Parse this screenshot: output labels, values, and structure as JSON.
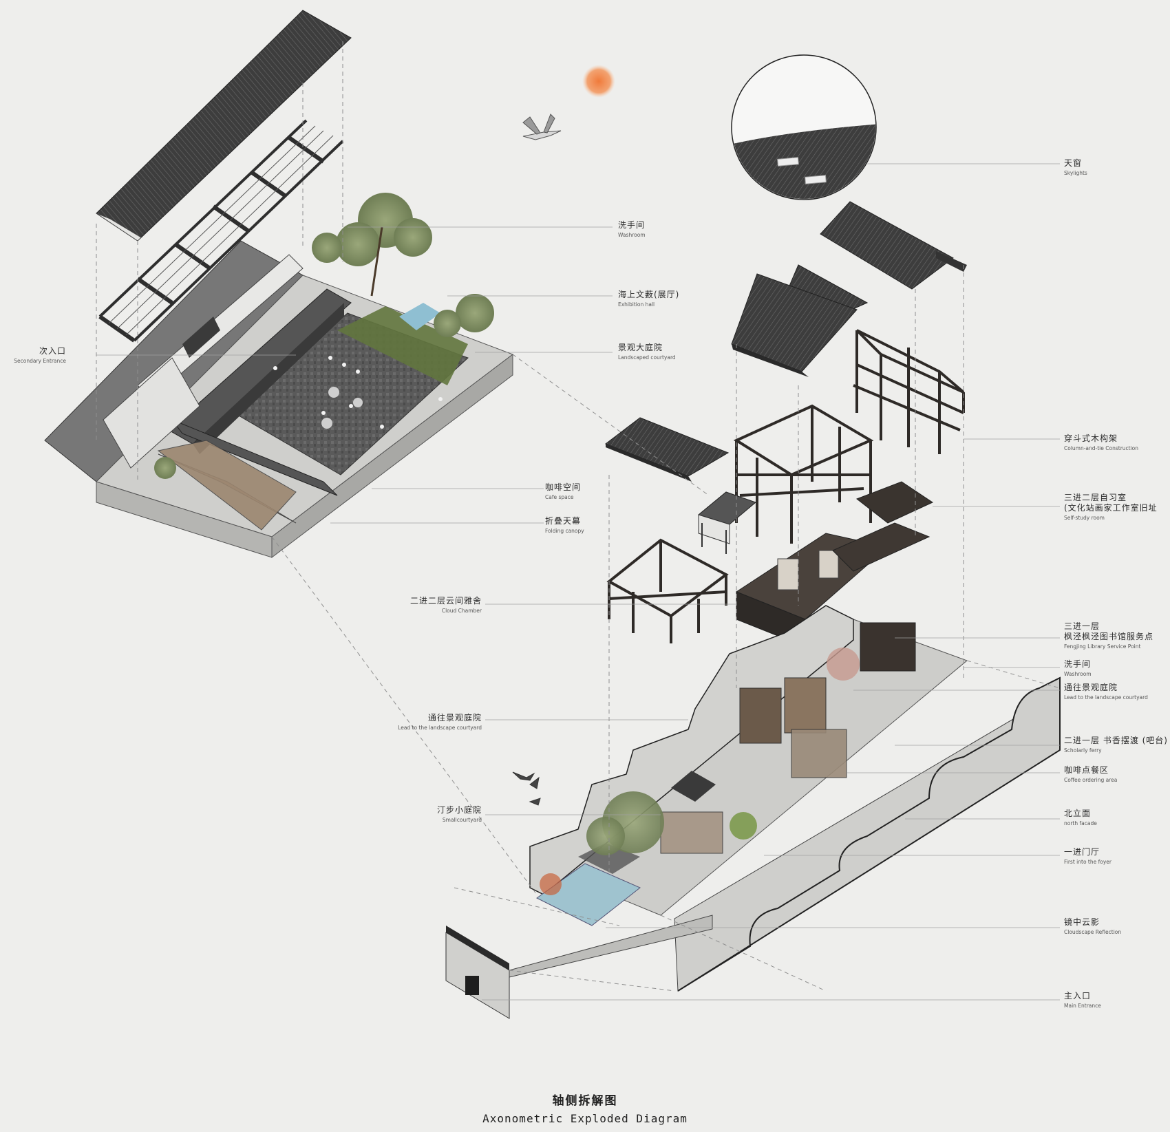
{
  "title": {
    "zh": "轴侧拆解图",
    "en": "Axonometric Exploded Diagram"
  },
  "colors": {
    "paper": "#eeeeec",
    "roof": "#3a3a3a",
    "wall": "#c9c9c6",
    "timber": "#2e2a27",
    "foliage": "#8a9a6a",
    "water": "#9fc3cf",
    "sun": "#f08a4b",
    "line": "#999999"
  },
  "labels": {
    "skylights": {
      "zh": "天窗",
      "en": "Skylights"
    },
    "washroom_top": {
      "zh": "洗手间",
      "en": "Washroom"
    },
    "exhibition_hall": {
      "zh": "海上文薮(展厅)",
      "en": "Exhibition hall"
    },
    "landscaped_courtyard": {
      "zh": "景观大庭院",
      "en": "Landscaped courtyard"
    },
    "secondary_entrance": {
      "zh": "次入口",
      "en": "Secondary Entrance"
    },
    "column_tie": {
      "zh": "穿斗式木构架",
      "en": "Column-and-tie Construction"
    },
    "cafe_space": {
      "zh": "咖啡空间",
      "en": "Cafe space"
    },
    "self_study": {
      "zh": "三进二层自习室",
      "zh2": "(文化站画家工作室旧址",
      "en": "Self-study room"
    },
    "folding_canopy": {
      "zh": "折叠天幕",
      "en": "Folding canopy"
    },
    "cloud_chamber": {
      "zh": "二进二层云间雅舍",
      "en": "Cloud Chamber"
    },
    "fengjing_library": {
      "zh": "三进一层",
      "zh2": "枫泾枫泾图书馆服务点",
      "en": "Fengjing Library Service Point"
    },
    "washroom_bottom": {
      "zh": "洗手间",
      "en": "Washroom"
    },
    "lead_courtyard_right": {
      "zh": "通往景观庭院",
      "en": "Lead to the landscape courtyard"
    },
    "lead_courtyard_left": {
      "zh": "通往景观庭院",
      "en": "Lead to the landscape courtyard"
    },
    "scholarly_ferry": {
      "zh": "二进一层 书香摆渡 (吧台)",
      "en": "Scholarly ferry"
    },
    "coffee_ordering": {
      "zh": "咖啡点餐区",
      "en": "Coffee ordering area"
    },
    "small_courtyard": {
      "zh": "汀步小庭院",
      "en": "Smallcourtyard"
    },
    "north_facade": {
      "zh": "北立面",
      "en": "north facade"
    },
    "first_foyer": {
      "zh": "一进门厅",
      "en": "First into the foyer"
    },
    "cloudscape": {
      "zh": "镜中云影",
      "en": "Cloudscape Reflection"
    },
    "main_entrance": {
      "zh": "主入口",
      "en": "Main Entrance"
    }
  }
}
